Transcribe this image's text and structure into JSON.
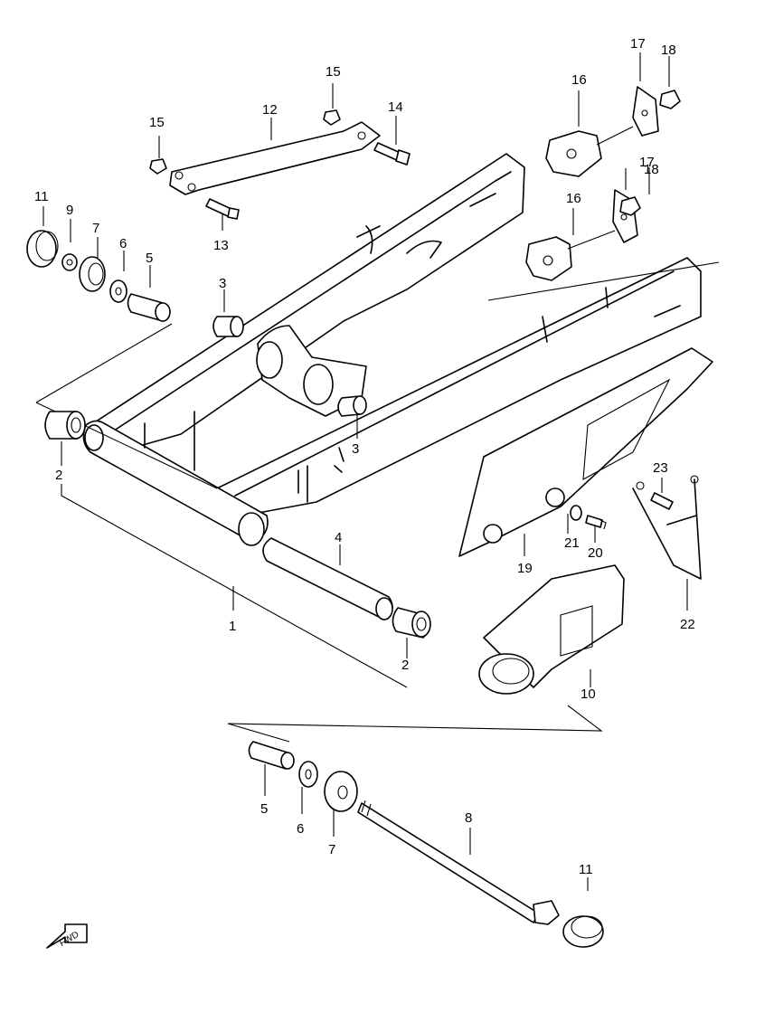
{
  "diagram": {
    "part_numbers": [
      "1",
      "2",
      "2",
      "3",
      "3",
      "4",
      "5",
      "5",
      "6",
      "6",
      "7",
      "7",
      "8",
      "9",
      "10",
      "11",
      "11",
      "12",
      "13",
      "14",
      "15",
      "15",
      "16",
      "16",
      "17",
      "17",
      "18",
      "18",
      "19",
      "20",
      "21",
      "22",
      "23"
    ],
    "fwd_label": "FWD"
  }
}
